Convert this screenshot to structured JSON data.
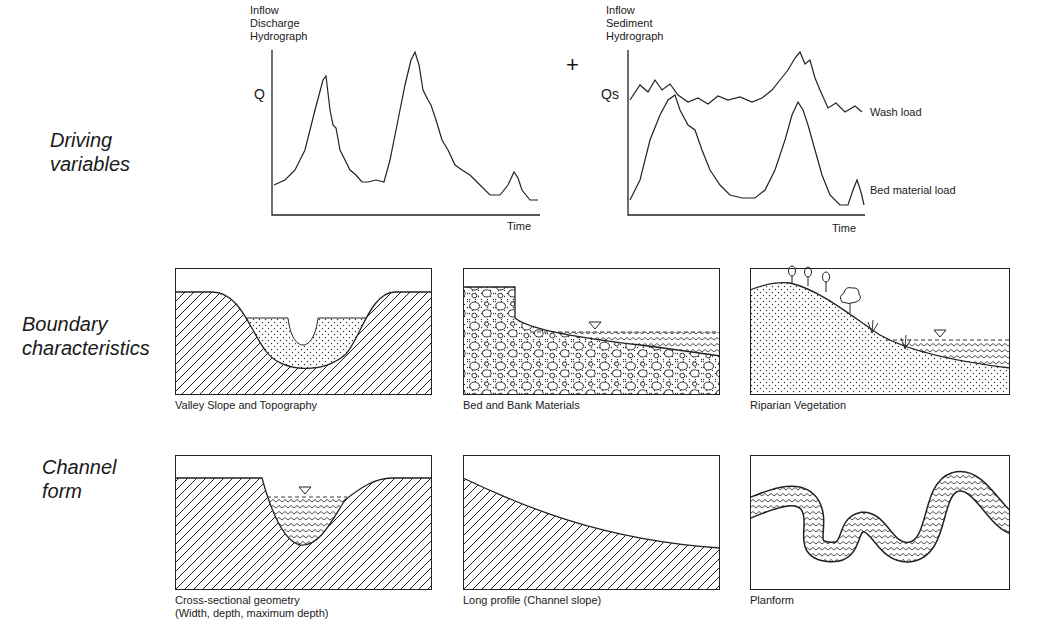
{
  "diagram": {
    "nodes": [
      {
        "text": [
          "Valley Slope and Topography"
        ]
      },
      {
        "text": [
          "Bed and Bank Materials"
        ]
      },
      {
        "text": [
          "Riparian Vegetation"
        ]
      },
      {
        "text": [
          "Cross-sectional geometry (Width, depth, maximum depth)"
        ]
      },
      {
        "text": [
          "Long profile (Channel slope)"
        ]
      },
      {
        "text": [
          "Planform"
        ]
      }
    ],
    "labels": [
      "Driving variables",
      "Boundary characteristics",
      "Channel form",
      "Inflow Discharge Hydrograph",
      "Q",
      "Time",
      "+",
      "Inflow Sediment Hydrograph",
      "Qs",
      "Time",
      "Wash load",
      "Bed material load"
    ]
  }
}
